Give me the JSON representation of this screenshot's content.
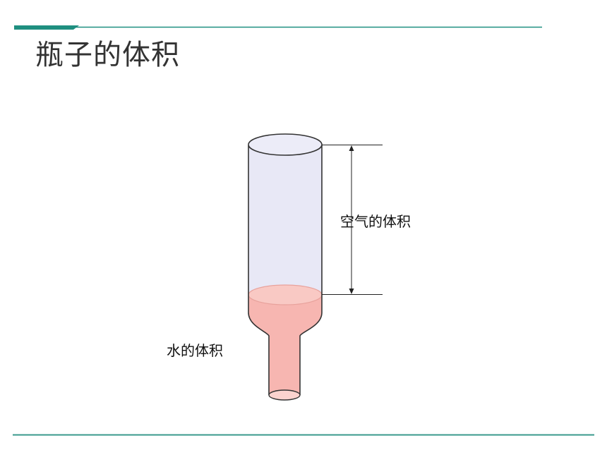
{
  "slide": {
    "title": "瓶子的体积"
  },
  "diagram": {
    "air_label": "空气的体积",
    "water_label": "水的体积"
  },
  "colors": {
    "accent_teal": "#1f8f80",
    "bottle_glass": "#e8e8f6",
    "water": "#f7b6b1",
    "outline": "#333333"
  }
}
